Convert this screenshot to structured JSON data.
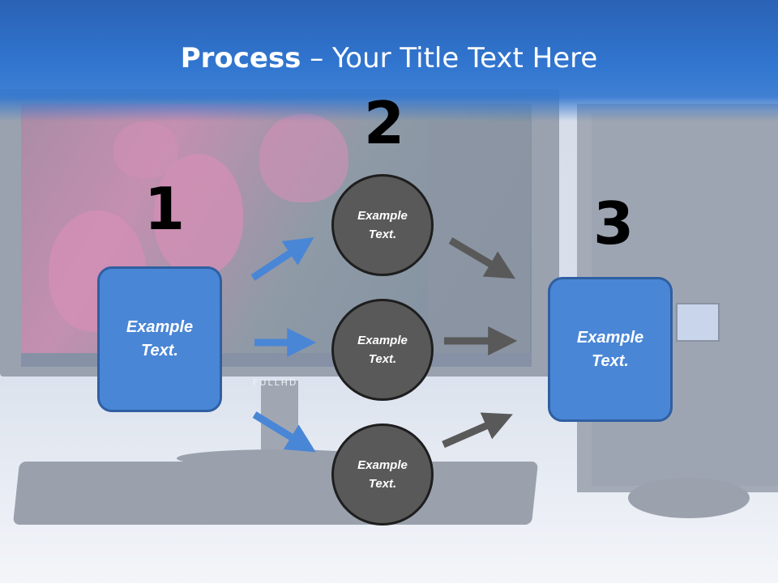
{
  "slide": {
    "title_bold": "Process",
    "title_rest": " – Your Title Text Here",
    "background_brand_text": "FULLHD"
  },
  "steps": [
    {
      "number": "1",
      "box_text": "Example Text."
    },
    {
      "number": "2",
      "circles": [
        "Example Text.",
        "Example Text.",
        "Example Text."
      ]
    },
    {
      "number": "3",
      "box_text": "Example Text."
    }
  ],
  "colors": {
    "header_blue": "#3176d0",
    "box_fill": "#4a86d6",
    "box_border": "#2f5fa0",
    "circle_fill": "#595959",
    "blue_arrow": "#4a86d6",
    "gray_arrow": "#595959"
  },
  "icons": {
    "blue_arrows": [
      "arrow-up-right",
      "arrow-right",
      "arrow-down-right"
    ],
    "gray_arrows": [
      "arrow-down-right",
      "arrow-right",
      "arrow-up-right"
    ]
  }
}
